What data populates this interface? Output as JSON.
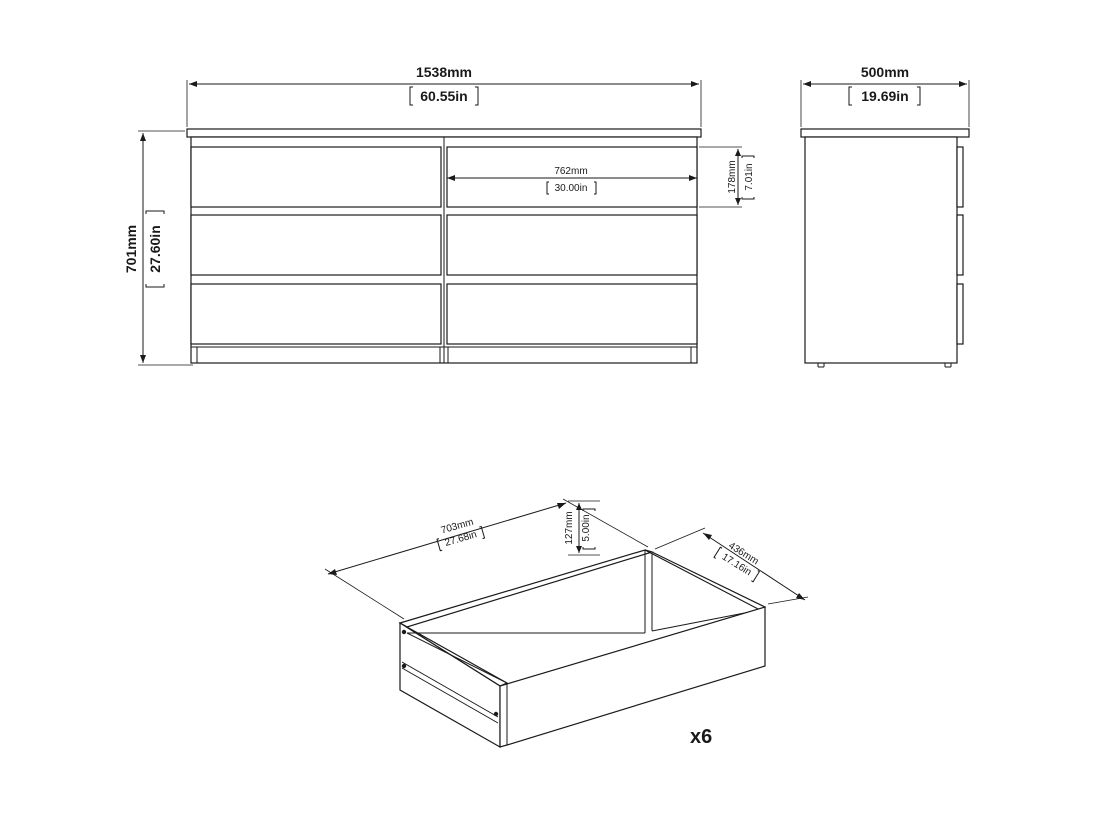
{
  "front_view": {
    "width_mm": "1538mm",
    "width_in": "60.55in",
    "height_mm": "701mm",
    "height_in": "27.60in",
    "drawer_width_mm": "762mm",
    "drawer_width_in": "30.00in",
    "drawer_height_mm": "178mm",
    "drawer_height_in": "7.01in"
  },
  "side_view": {
    "depth_mm": "500mm",
    "depth_in": "19.69in"
  },
  "drawer_view": {
    "length_mm": "703mm",
    "length_in": "27.68in",
    "height_mm": "127mm",
    "height_in": "5.00in",
    "width_mm": "436mm",
    "width_in": "17.16in",
    "quantity": "x6"
  }
}
